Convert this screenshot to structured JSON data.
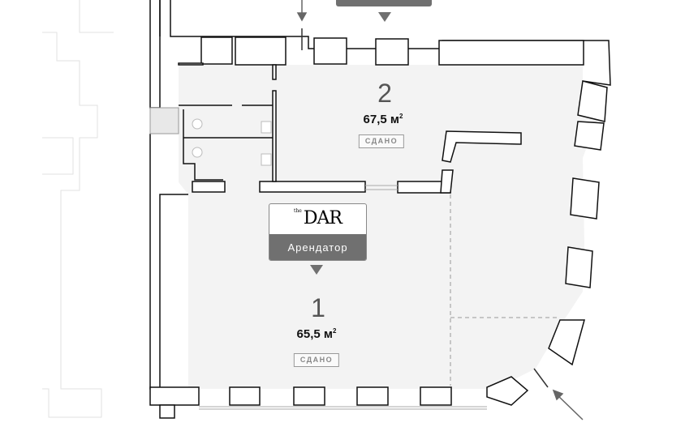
{
  "units": [
    {
      "number": "1",
      "area": "65,5 м",
      "area_sup": "2",
      "status": "СДАНО"
    },
    {
      "number": "2",
      "area": "67,5 м",
      "area_sup": "2",
      "status": "СДАНО"
    }
  ],
  "tenant_card": {
    "logo_text": "DAR",
    "logo_prefix": "the",
    "label": "Арендатор"
  },
  "colors": {
    "room_fill": "#f3f3f3",
    "label_bg": "#707070",
    "wall": "#111111"
  }
}
